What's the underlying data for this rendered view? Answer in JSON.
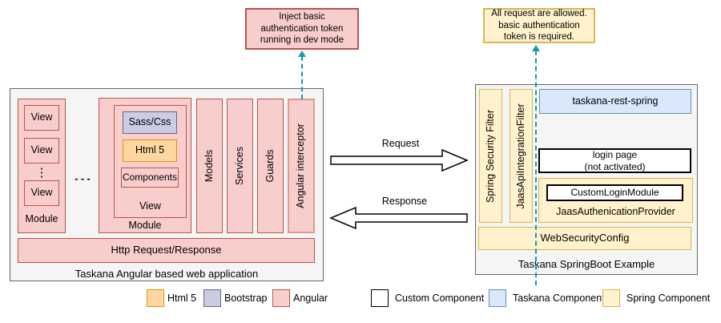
{
  "diagram": {
    "callout_left": {
      "text": "Inject basic authentication token running in dev mode"
    },
    "callout_right": {
      "text": "All request are allowed. basic authentication token is required."
    },
    "arrows": {
      "request": "Request",
      "response": "Response"
    },
    "angular_app": {
      "title": "Taskana Angular based web application",
      "module1": {
        "label": "Module",
        "view1": "View",
        "view2": "View",
        "view3": "View",
        "dots": "⋮"
      },
      "ellipsis": "- - -",
      "module2": {
        "label": "Module",
        "view_label": "View",
        "sass": "Sass/Css",
        "html5": "Html 5",
        "components": "Components"
      },
      "pillar_models": "Models",
      "pillar_services": "Services",
      "pillar_guards": "Guards",
      "pillar_interceptor": "Angular interceptor",
      "http_bar": "Http Request/Response"
    },
    "spring_app": {
      "title": "Taskana SpringBoot Example",
      "filter1": "Spring Security Filter",
      "filter2": "JaasApiIntegrationFilter",
      "rest": "taskana-rest-spring",
      "login_line1": "login page",
      "login_line2": "(not activated)",
      "custom_login": "CustomLoginModule",
      "provider": "JaasAuthenicationProvider",
      "web_security": "WebSecurityConfig"
    }
  },
  "legend": {
    "html5": "Html 5",
    "bootstrap": "Bootstrap",
    "angular": "Angular",
    "custom": "Custom Component",
    "taskana": "Taskana Component",
    "spring": "Spring Component"
  },
  "colors": {
    "angular_fill": "#f8cecc",
    "angular_border": "#b85450",
    "html5_fill": "#ffd6a0",
    "html5_border": "#d79b00",
    "bootstrap_fill": "#cbcbe2",
    "bootstrap_border": "#68658f",
    "taskana_fill": "#dae8fc",
    "taskana_border": "#6c8ebf",
    "spring_fill": "#fff2cc",
    "spring_border": "#d6b656",
    "dashed_line": "#1a99a8"
  }
}
